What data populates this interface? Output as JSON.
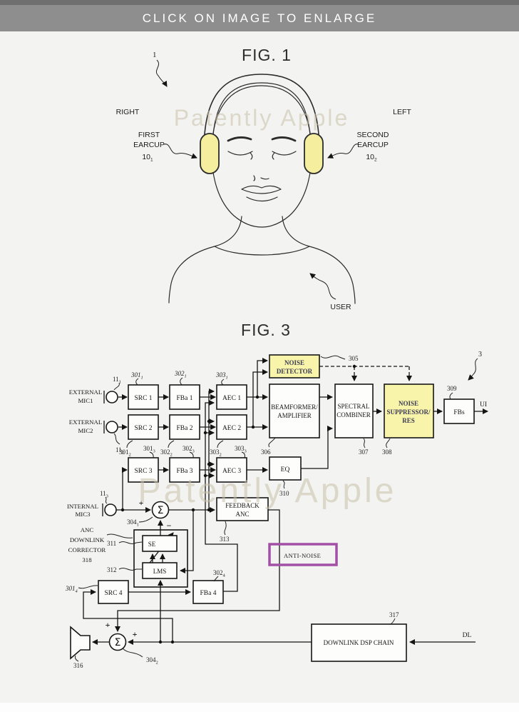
{
  "banner": {
    "text": "CLICK ON IMAGE TO ENLARGE",
    "bg": "#8e8e8e",
    "fg": "#ffffff"
  },
  "watermark": {
    "text": "Patently Apple"
  },
  "colors": {
    "highlight_yellow": "#f8f4a9",
    "annotation_purple": "#a24fa5",
    "earcup_yellow": "#f5ee9e",
    "banner_bg": "#8e8e8e",
    "page_bg": "#f3f3f1"
  },
  "fig1": {
    "title": "FIG. 1",
    "ref_system": "1",
    "label_right": "RIGHT",
    "label_left": "LEFT",
    "label_user": "USER",
    "first_earcup": {
      "l1": "FIRST",
      "l2": "EARCUP",
      "ref_b": "10",
      "ref_s": "1"
    },
    "second_earcup": {
      "l1": "SECOND",
      "l2": "EARCUP",
      "ref_b": "10",
      "ref_s": "2"
    }
  },
  "fig3": {
    "title": "FIG. 3",
    "sigma": "Σ",
    "plus": "+",
    "minus": "−",
    "mic1": {
      "l1": "EXTERNAL",
      "l2": "MIC1"
    },
    "mic2": {
      "l1": "EXTERNAL",
      "l2": "MIC2"
    },
    "mic3": {
      "l1": "INTERNAL",
      "l2": "MIC3"
    },
    "blocks": {
      "src1": "SRC 1",
      "src2": "SRC 2",
      "src3": "SRC 3",
      "src4": "SRC 4",
      "fba1": "FBa 1",
      "fba2": "FBa 2",
      "fba3": "FBa 3",
      "fba4": "FBa 4",
      "aec1": "AEC 1",
      "aec2": "AEC 2",
      "aec3": "AEC 3",
      "eq": "EQ",
      "noise_detector": {
        "l1": "NOISE",
        "l2": "DETECTOR"
      },
      "beamformer": {
        "l1": "BEAMFORMER/",
        "l2": "AMPLIFIER"
      },
      "spectral": {
        "l1": "SPECTRAL",
        "l2": "COMBINER"
      },
      "suppressor": {
        "l1": "NOISE",
        "l2": "SUPPRESSOR/",
        "l3": "RES"
      },
      "fbs": "FBs",
      "feedback_anc": {
        "l1": "FEEDBACK",
        "l2": "ANC"
      },
      "se": "SE",
      "lms": "LMS",
      "corrector": {
        "l1": "ANC",
        "l2": "DOWNLINK",
        "l3": "CORRECTOR",
        "ref": "318"
      },
      "dsp": "DOWNLINK DSP CHAIN",
      "anti_noise": "ANTI-NOISE"
    },
    "ports": {
      "ui": "UI",
      "dl": "DL"
    },
    "refs": {
      "r3": "3",
      "r11_1": {
        "b": "11",
        "s": "1"
      },
      "r11_2": {
        "b": "11",
        "s": "2"
      },
      "r11_3": {
        "b": "11",
        "s": "3"
      },
      "r301_1": {
        "b": "301",
        "s": "1"
      },
      "r301_2": {
        "b": "301",
        "s": "2"
      },
      "r301_3": {
        "b": "301",
        "s": "3"
      },
      "r301_4": {
        "b": "301",
        "s": "4"
      },
      "r302_1": {
        "b": "302",
        "s": "1"
      },
      "r302_2": {
        "b": "302",
        "s": "2"
      },
      "r302_3": {
        "b": "302",
        "s": "3"
      },
      "r302_4": {
        "b": "302",
        "s": "4"
      },
      "r303_1": {
        "b": "303",
        "s": "1"
      },
      "r303_2": {
        "b": "303",
        "s": "2"
      },
      "r303_3": {
        "b": "303",
        "s": "3"
      },
      "r304_1": {
        "b": "304",
        "s": "1"
      },
      "r304_2": {
        "b": "304",
        "s": "2"
      },
      "r305": "305",
      "r306": "306",
      "r307": "307",
      "r308": "308",
      "r309": "309",
      "r310": "310",
      "r311": "311",
      "r312": "312",
      "r313": "313",
      "r316": "316",
      "r317": "317"
    }
  }
}
